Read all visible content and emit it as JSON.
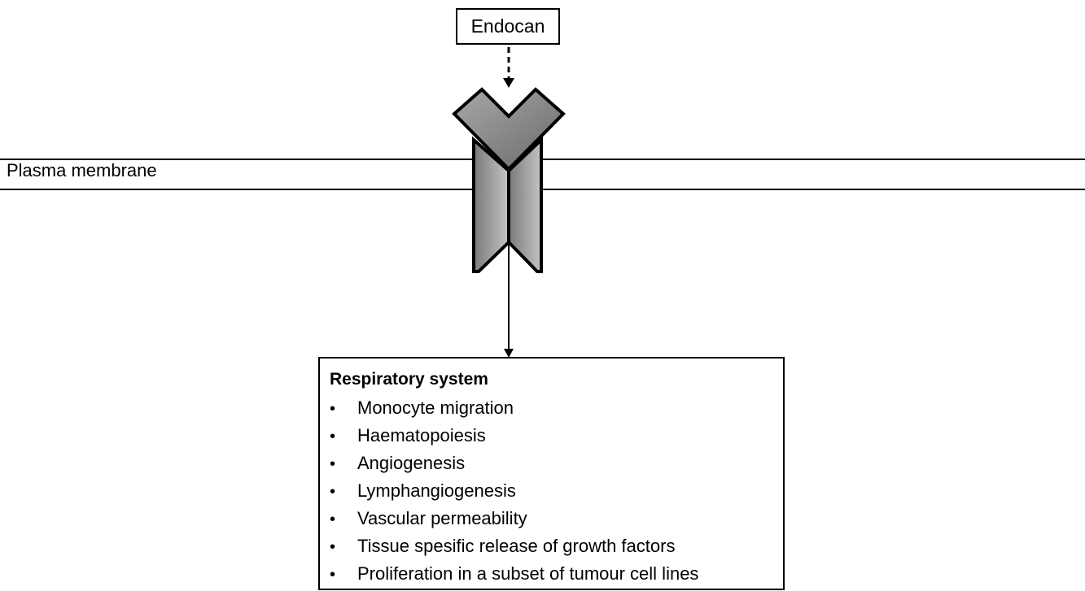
{
  "ligand": {
    "label": "Endocan"
  },
  "membrane": {
    "label": "Plasma membrane"
  },
  "effects": {
    "title": "Respiratory system",
    "items": [
      "Monocyte migration",
      "Haematopoiesis",
      "Angiogenesis",
      "Lymphangiogenesis",
      "Vascular permeability",
      "Tissue spesific release of growth factors",
      "Proliferation in a subset  of tumour cell lines"
    ]
  },
  "colors": {
    "receptor_fill_light": "#c8c8c8",
    "receptor_fill_dark": "#6e6e6e",
    "line": "#000000"
  }
}
